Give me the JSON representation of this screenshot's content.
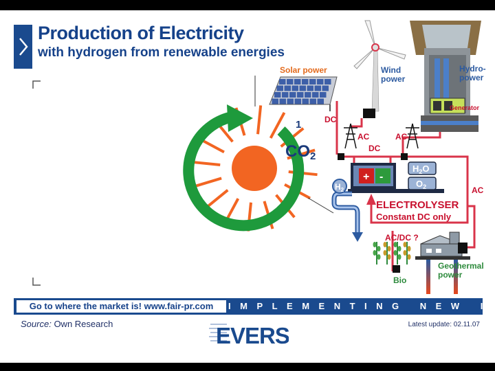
{
  "slide": {
    "title": "Production of Electricity",
    "subtitle": "with hydrogen from renewable energies",
    "footer_link": "Go to where the market is!  www.fair-pr.com",
    "footer_tagline": "IMPLEMENTING NEW IDEAS",
    "source_prefix": "Source:",
    "source_text": "Own Research",
    "latest_update": "Latest update: 02.11.07",
    "logo_text": "EVERS"
  },
  "diagram": {
    "solar_label": "Solar power",
    "wind_label": [
      "Wind",
      "power"
    ],
    "hydro_label": [
      "Hydro-",
      "power"
    ],
    "generator_label": "Generator",
    "dc_left": "DC",
    "ac_left": "AC",
    "dc_center": "DC",
    "ac_right": "AC",
    "ac_side": "AC",
    "co2_number": "1",
    "co2_label": "CO",
    "co2_sub": "2",
    "plus_sign": "+",
    "minus_sign": "-",
    "h2o_label": "H",
    "h2o_sub": "2",
    "h2o_tail": "O",
    "o2_label": "O",
    "o2_sub": "2",
    "h2_label": "H",
    "h2_sub": "2",
    "electrolyser_title": "ELECTROLYSER",
    "electrolyser_sub": "Constant DC only",
    "acdc_label": "AC/DC ?",
    "bio_label": "Bio",
    "geothermal_label": [
      "Geothermal",
      "power"
    ]
  },
  "colors": {
    "brand_blue": "#1a4a8e",
    "line_red": "#c8102e",
    "sun_orange": "#f26522",
    "cycle_green": "#1e9a3c"
  }
}
